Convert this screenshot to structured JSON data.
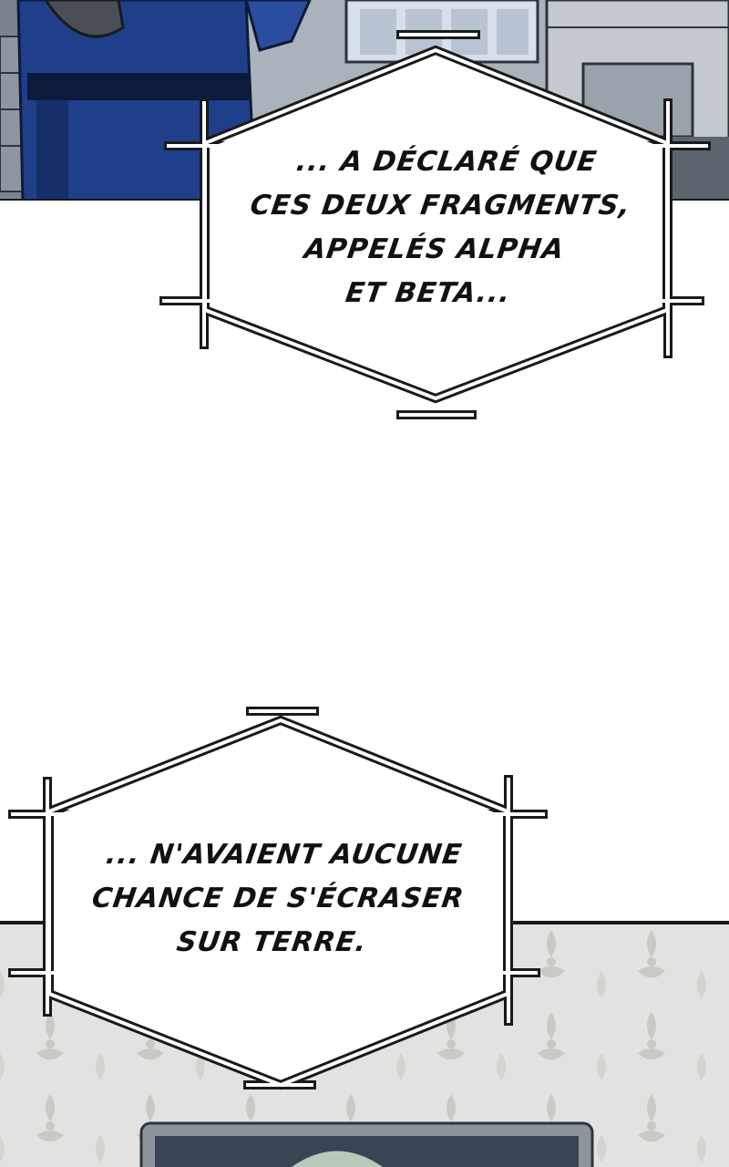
{
  "captions": [
    {
      "lines": [
        "... A DÉCLARÉ QUE",
        "CES DEUX FRAGMENTS,",
        "APPELÉS ALPHA",
        "ET BETA..."
      ]
    },
    {
      "lines": [
        "... N'AVAIENT AUCUNE",
        "CHANCE DE S'ÉCRASER",
        "SUR TERRE."
      ]
    }
  ],
  "colors": {
    "uniform_blue": "#1f3f8a",
    "uniform_dark": "#0e1a3a",
    "office_grey": "#6f7782",
    "wallpaper": "#e2e2e0",
    "wallpaper_motif": "#c9c9c6",
    "monitor_frame": "#8d949b",
    "frame_stroke": "#1a1a1a"
  }
}
